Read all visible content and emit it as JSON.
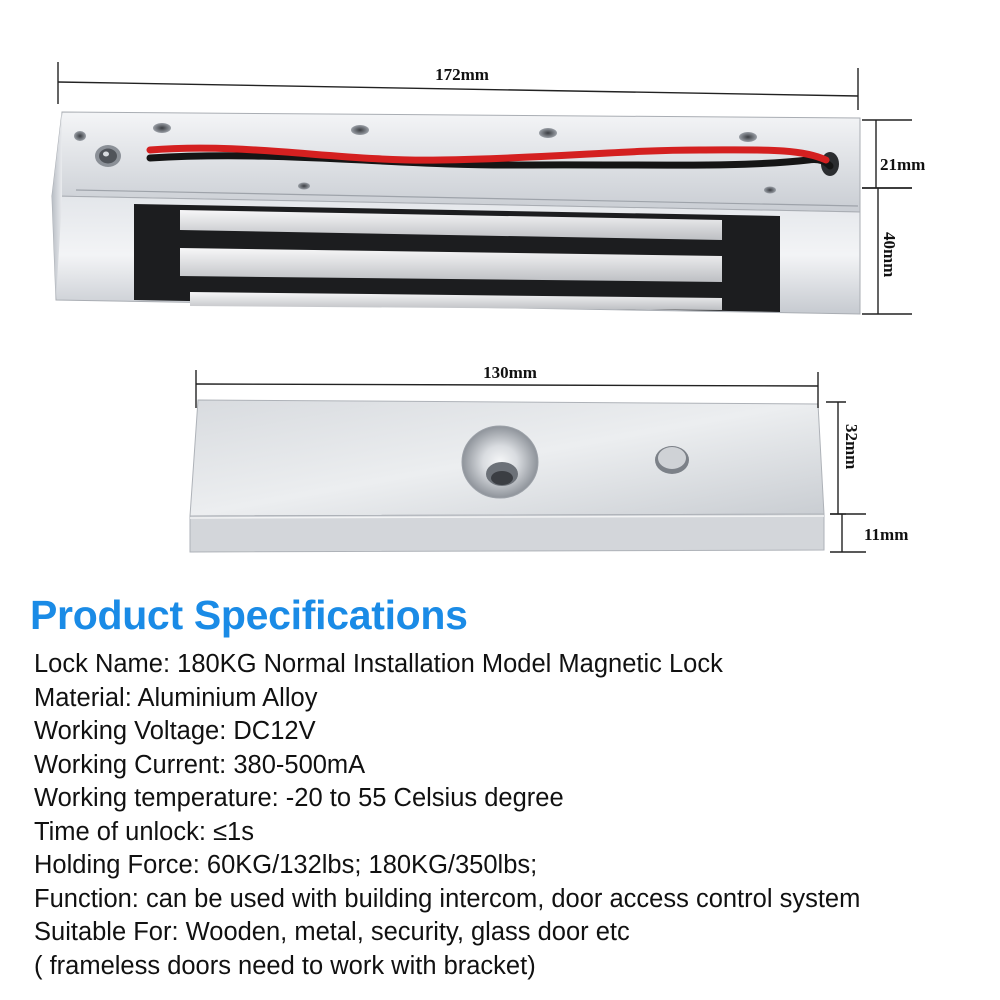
{
  "product_image": {
    "lock_body": {
      "length_label": "172mm",
      "depth_label": "21mm",
      "height_label": "40mm"
    },
    "armature_plate": {
      "length_label": "130mm",
      "width_label": "32mm",
      "thickness_label": "11mm"
    }
  },
  "specifications": {
    "title": "Product Specifications",
    "lines": [
      "Lock Name: 180KG Normal Installation Model Magnetic Lock",
      "Material: Aluminium Alloy",
      "Working Voltage: DC12V",
      "Working Current: 380-500mA",
      "Working temperature: -20 to 55 Celsius degree",
      "Time of unlock: ≤1s",
      "Holding Force: 60KG/132lbs; 180KG/350lbs;",
      "Function: can be used with building intercom, door access control system",
      "Suitable For: Wooden, metal, security, glass door etc",
      "( frameless doors need to work with bracket)"
    ]
  },
  "colors": {
    "title_blue": "#1a8be6",
    "wire_red": "#d42020",
    "wire_black": "#151515"
  }
}
